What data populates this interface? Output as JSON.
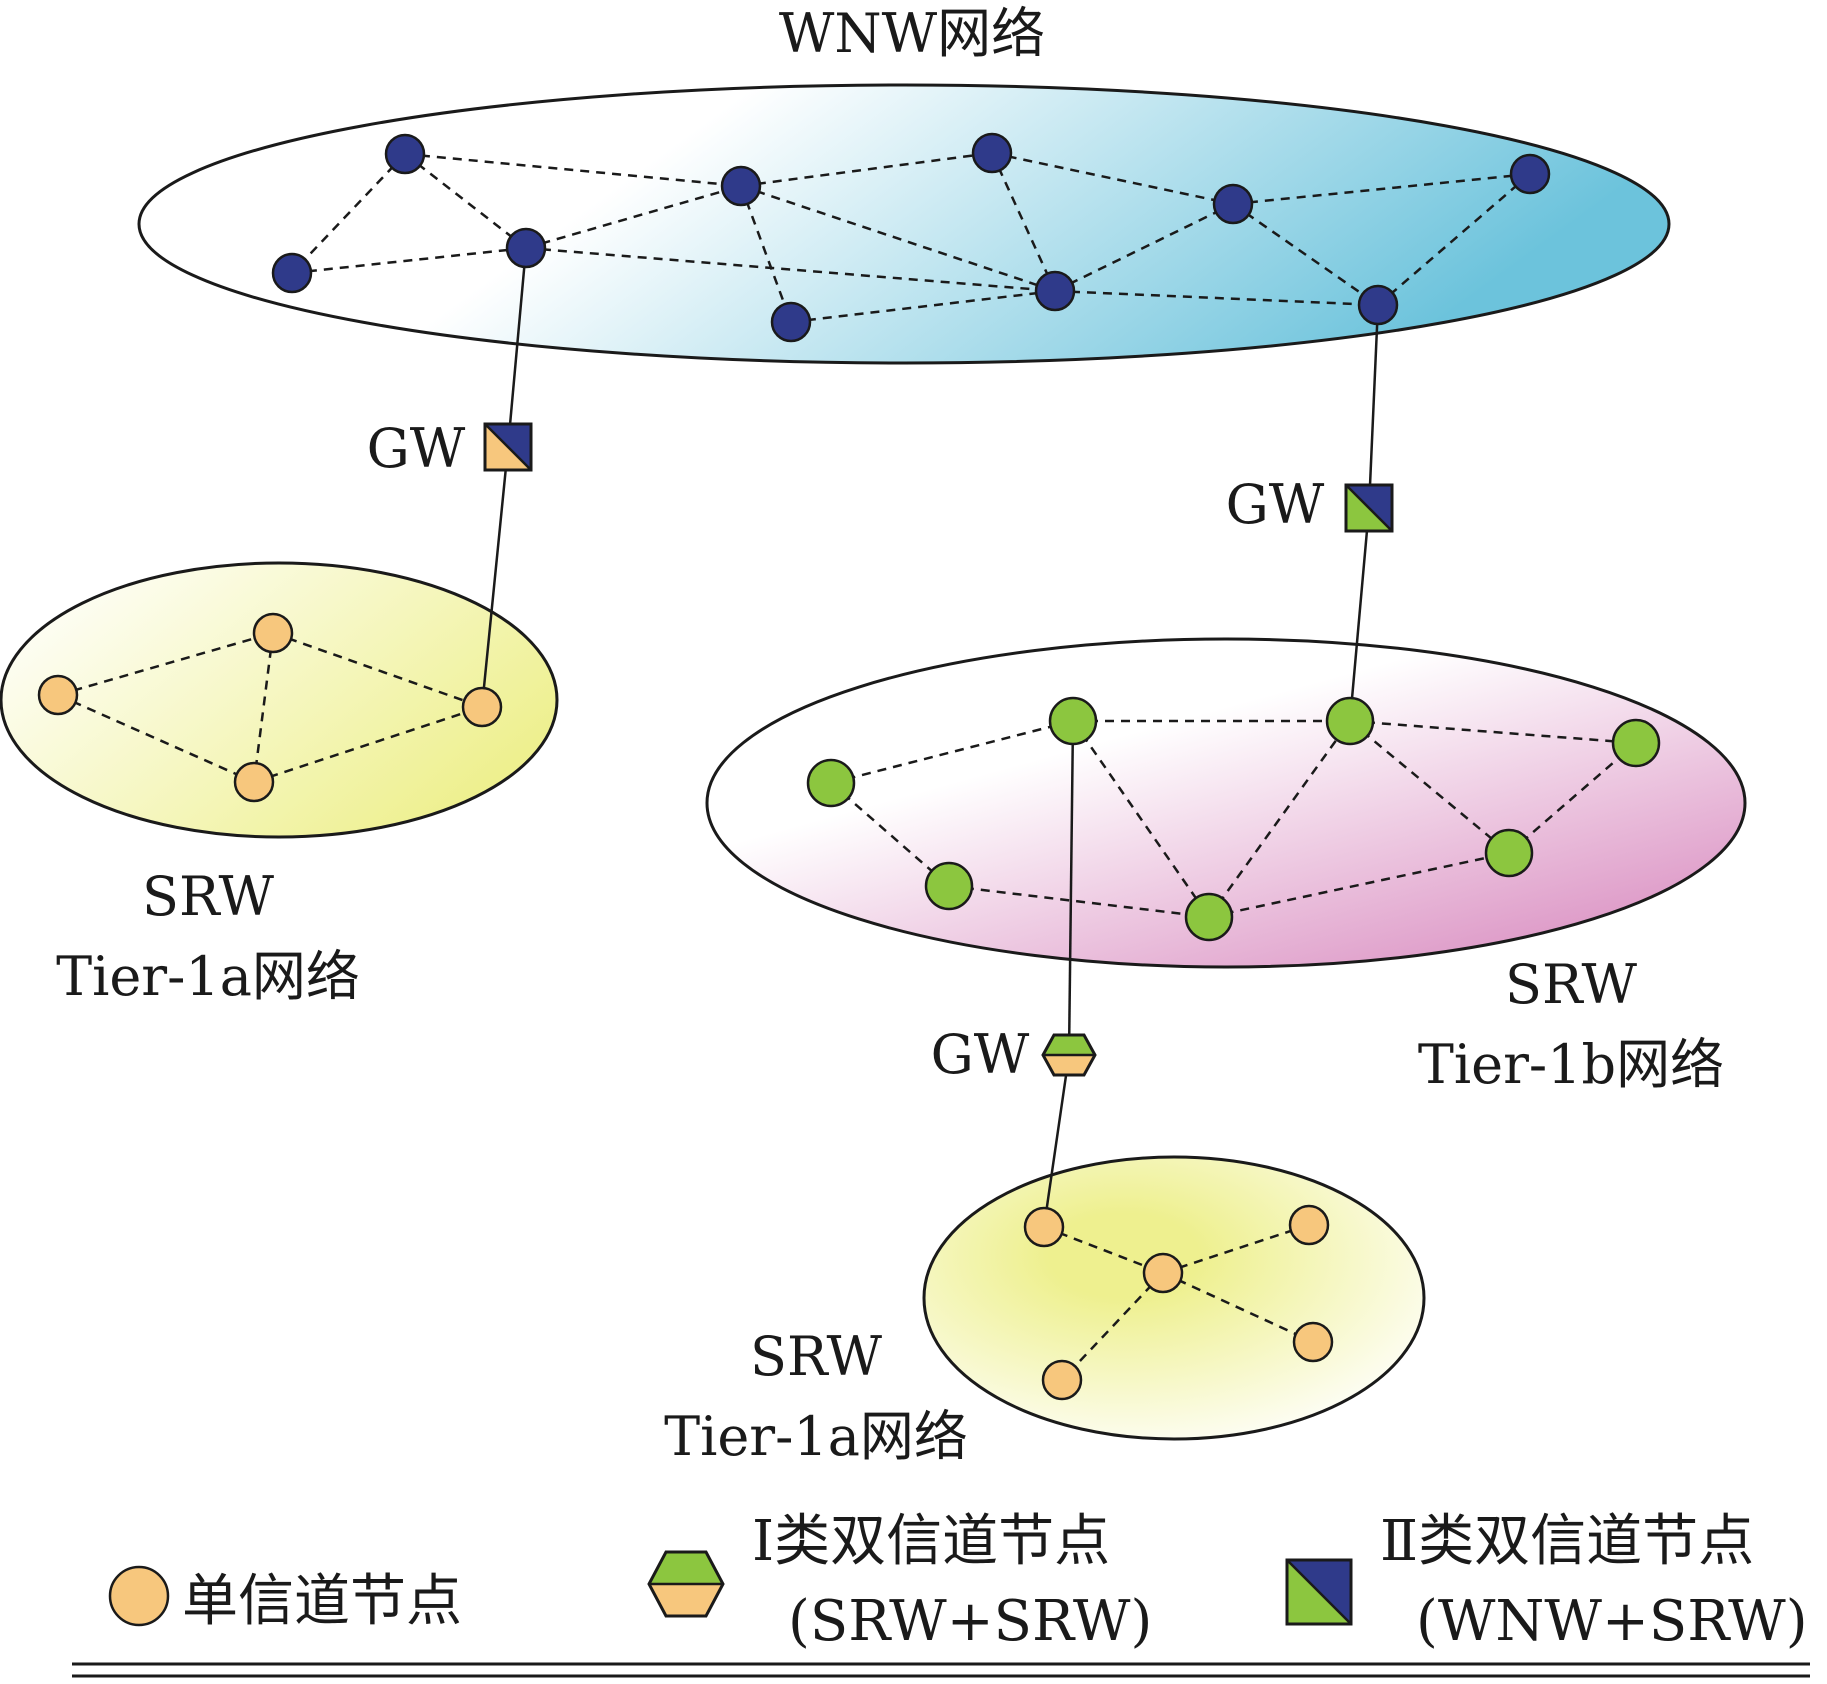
{
  "colors": {
    "wnw_node": "#2f3a8a",
    "srw_b_node": "#8cc63f",
    "single_channel_node": "#f7c77d",
    "wnw_fill": "#6cc3dc",
    "srw_b_fill": "#d98cc0",
    "srw_a_fill": "#eef08f",
    "outline": "#1a1a1a"
  },
  "networks": {
    "wnw": {
      "label": "WNW网络"
    },
    "tier1a_left": {
      "label_line1": "SRW",
      "label_line2": "Tier-1a网络"
    },
    "tier1b": {
      "label_line1": "SRW",
      "label_line2": "Tier-1b网络"
    },
    "tier1a_bottom": {
      "label_line1": "SRW",
      "label_line2": "Tier-1a网络"
    }
  },
  "gateways": {
    "left": {
      "label": "GW"
    },
    "right": {
      "label": "GW"
    },
    "middle": {
      "label": "GW"
    }
  },
  "legend": {
    "single": {
      "label": "单信道节点"
    },
    "type1": {
      "label_line1": "Ⅰ类双信道节点",
      "label_line2": "(SRW+SRW)"
    },
    "type2": {
      "label_line1": "Ⅱ类双信道节点",
      "label_line2": "(WNW+SRW)"
    }
  }
}
